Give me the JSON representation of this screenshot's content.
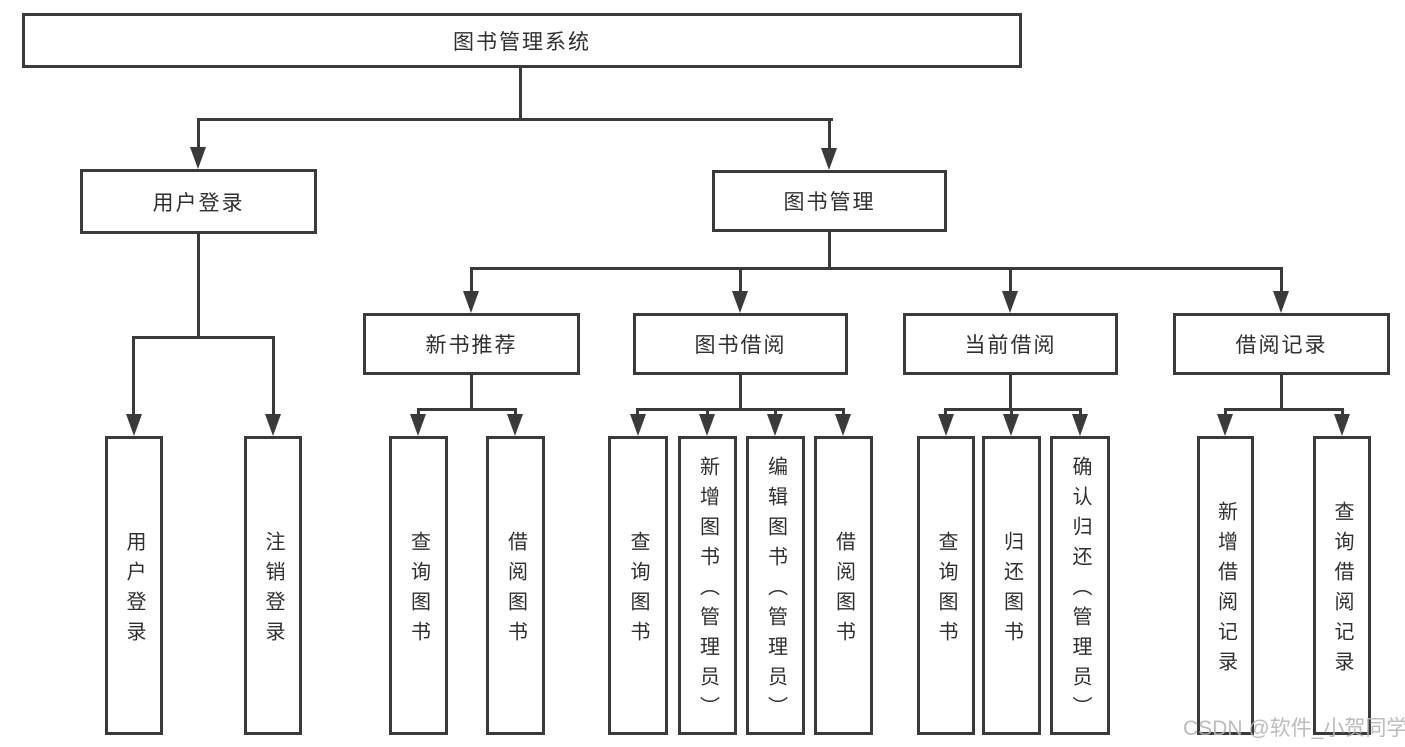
{
  "colors": {
    "line": "#3a3a3a",
    "text": "#2f2f2f",
    "watermark": "#b5b5b5",
    "background": "#ffffff"
  },
  "watermark": "CSDN @软件_小贺同学",
  "tree": {
    "root": "图书管理系统",
    "level2": [
      "用户登录",
      "图书管理"
    ],
    "level3": [
      "新书推荐",
      "图书借阅",
      "当前借阅",
      "借阅记录"
    ],
    "leaves": {
      "user": [
        "用户登录",
        "注销登录"
      ],
      "new_book": [
        "查询图书",
        "借阅图书"
      ],
      "borrow": [
        "查询图书",
        "新增图书（管理员）",
        "编辑图书（管理员）",
        "借阅图书"
      ],
      "current": [
        "查询图书",
        "归还图书",
        "确认归还（管理员）"
      ],
      "record": [
        "新增借阅记录",
        "查询借阅记录"
      ]
    }
  }
}
